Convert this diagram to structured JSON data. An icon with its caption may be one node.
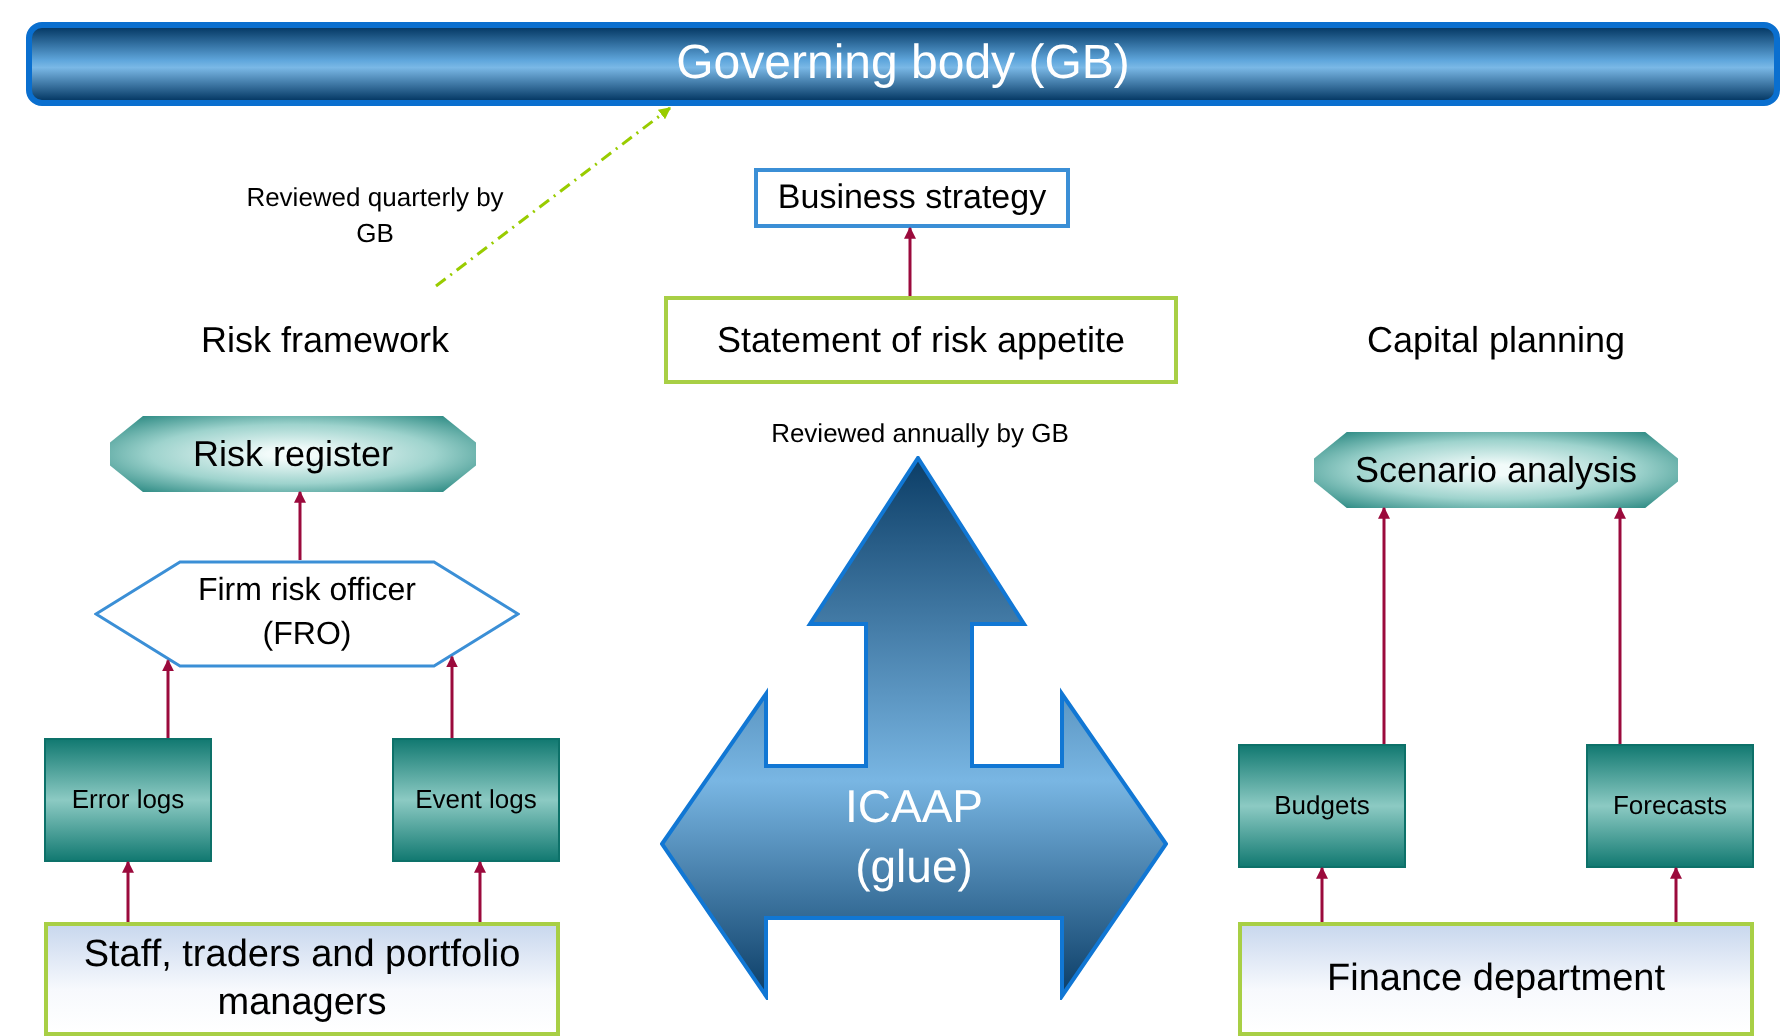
{
  "diagram": {
    "nodes": [
      {
        "text": [
          "Governing body (GB)"
        ]
      },
      {
        "text": [
          "Business strategy"
        ]
      },
      {
        "text": [
          "Statement of risk appetite"
        ]
      },
      {
        "text": [
          "Risk register"
        ]
      },
      {
        "text": [
          "Firm risk officer (FRO)"
        ]
      },
      {
        "text": [
          "Error logs"
        ]
      },
      {
        "text": [
          "Event logs"
        ]
      },
      {
        "text": [
          "Staff, traders and portfolio managers"
        ]
      },
      {
        "text": [
          "ICAAP (glue)"
        ]
      },
      {
        "text": [
          "Scenario analysis"
        ]
      },
      {
        "text": [
          "Budgets"
        ]
      },
      {
        "text": [
          "Forecasts"
        ]
      },
      {
        "text": [
          "Finance department"
        ]
      }
    ],
    "edges": [
      {
        "from": null,
        "to": 0,
        "arrow": "to",
        "style": "dashed",
        "color": "#99cc00"
      },
      {
        "from": 2,
        "to": 1,
        "arrow": "to"
      },
      {
        "from": 4,
        "to": 3,
        "arrow": "to"
      },
      {
        "from": 5,
        "to": 4,
        "arrow": "to"
      },
      {
        "from": 6,
        "to": 4,
        "arrow": "to"
      },
      {
        "from": 7,
        "to": 5,
        "arrow": "to"
      },
      {
        "from": 7,
        "to": 6,
        "arrow": "to"
      },
      {
        "from": 10,
        "to": 9,
        "arrow": "to"
      },
      {
        "from": 11,
        "to": 9,
        "arrow": "to"
      },
      {
        "from": 12,
        "to": 10,
        "arrow": "to"
      },
      {
        "from": 12,
        "to": 11,
        "arrow": "to"
      }
    ],
    "labels": [
      "Reviewed quarterly by GB",
      "Risk framework",
      "Reviewed annually by GB",
      "Capital planning"
    ]
  }
}
